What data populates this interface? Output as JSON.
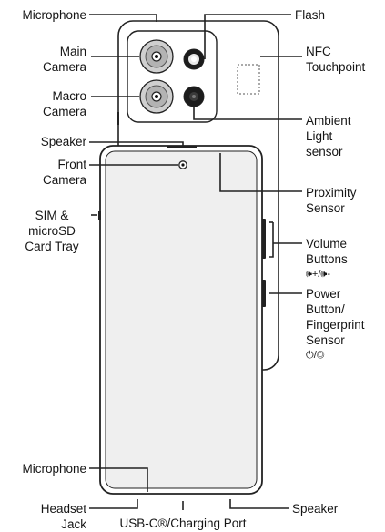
{
  "labels": {
    "microphone_top": "Microphone",
    "main_camera": [
      "Main",
      "Camera"
    ],
    "macro_camera": [
      "Macro",
      "Camera"
    ],
    "speaker_top": "Speaker",
    "front_camera": [
      "Front",
      "Camera"
    ],
    "sim_tray": [
      "SIM &",
      "microSD",
      "Card Tray"
    ],
    "microphone_bottom": "Microphone",
    "headset_jack": [
      "Headset",
      "Jack"
    ],
    "usb_port": "USB-C®/Charging Port",
    "flash": "Flash",
    "nfc": [
      "NFC",
      "Touchpoint"
    ],
    "ambient_sensor": [
      "Ambient",
      "Light",
      "sensor"
    ],
    "proximity_sensor": [
      "Proximity",
      "Sensor"
    ],
    "volume_buttons": [
      "Volume",
      "Buttons",
      "🕪+/🕪-"
    ],
    "power_button": [
      "Power",
      "Button/",
      "Fingerprint",
      "Sensor",
      "⏻/◎"
    ],
    "speaker_bottom": "Speaker"
  },
  "colors": {
    "outline": "#222222",
    "screen": "#efefef",
    "back": "#ffffff",
    "lens_ring": "#bdbdbd",
    "lens_dark": "#1c1c1c"
  }
}
